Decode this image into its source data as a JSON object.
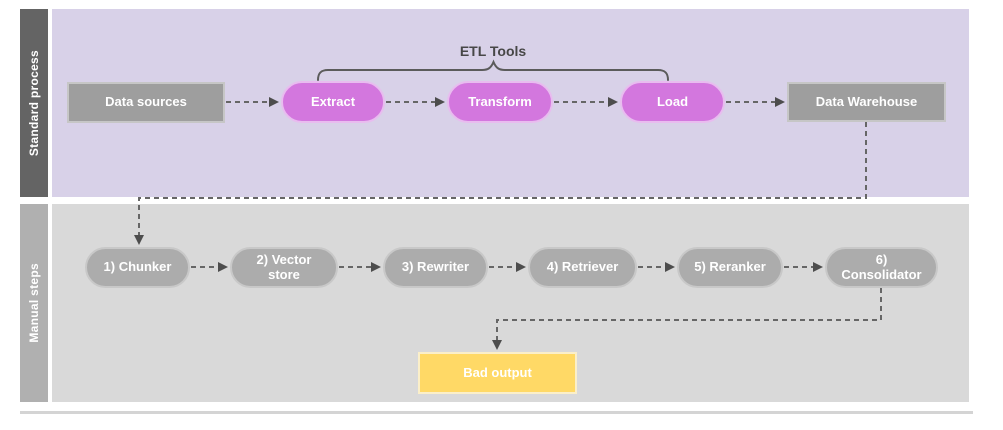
{
  "annotation": {
    "label": "ETL Tools"
  },
  "lanes": [
    {
      "label": "Standard process",
      "nodes": [
        {
          "label": "Data sources",
          "shape": "rectangle",
          "color": "#9E9E9E"
        },
        {
          "label": "Extract",
          "shape": "pill",
          "color": "#D377DE"
        },
        {
          "label": "Transform",
          "shape": "pill",
          "color": "#D377DE"
        },
        {
          "label": "Load",
          "shape": "pill",
          "color": "#D377DE"
        },
        {
          "label": "Data Warehouse",
          "shape": "rectangle",
          "color": "#9E9E9E"
        }
      ]
    },
    {
      "label": "Manual steps",
      "nodes": [
        {
          "label": "1) Chunker",
          "shape": "pill",
          "color": "#ACACAC"
        },
        {
          "label": "2) Vector store",
          "shape": "pill",
          "color": "#ACACAC"
        },
        {
          "label": "3) Rewriter",
          "shape": "pill",
          "color": "#ACACAC"
        },
        {
          "label": "4) Retriever",
          "shape": "pill",
          "color": "#ACACAC"
        },
        {
          "label": "5) Reranker",
          "shape": "pill",
          "color": "#ACACAC"
        },
        {
          "label": "6) Consolidator",
          "shape": "pill",
          "color": "#ACACAC"
        },
        {
          "label": "Bad output",
          "shape": "rectangle",
          "color": "#FFD966"
        }
      ]
    }
  ],
  "edges": [
    {
      "from": "Data sources",
      "to": "Extract",
      "style": "dashed-arrow"
    },
    {
      "from": "Extract",
      "to": "Transform",
      "style": "dashed-arrow"
    },
    {
      "from": "Transform",
      "to": "Load",
      "style": "dashed-arrow"
    },
    {
      "from": "Load",
      "to": "Data Warehouse",
      "style": "dashed-arrow"
    },
    {
      "from": "Data Warehouse",
      "to": "1) Chunker",
      "style": "dashed-arrow"
    },
    {
      "from": "1) Chunker",
      "to": "2) Vector store",
      "style": "dashed-arrow"
    },
    {
      "from": "2) Vector store",
      "to": "3) Rewriter",
      "style": "dashed-arrow"
    },
    {
      "from": "3) Rewriter",
      "to": "4) Retriever",
      "style": "dashed-arrow"
    },
    {
      "from": "4) Retriever",
      "to": "5) Reranker",
      "style": "dashed-arrow"
    },
    {
      "from": "5) Reranker",
      "to": "6) Consolidator",
      "style": "dashed-arrow"
    },
    {
      "from": "6) Consolidator",
      "to": "Bad output",
      "style": "dashed-arrow"
    }
  ],
  "bracket": {
    "spans": [
      "Extract",
      "Transform",
      "Load"
    ],
    "label": "ETL Tools"
  },
  "colors": {
    "standard_lane_bg": "#D8D1E8",
    "standard_lane_bar": "#646464",
    "manual_lane_bg": "#D9D9D9",
    "manual_lane_bar": "#B0B0B0",
    "gray_node": "#9E9E9E",
    "purple_node": "#D377DE",
    "gray_pill": "#ACACAC",
    "yellow_node": "#FFD966",
    "connector": "#666666",
    "node_text": "#FFFFFF",
    "annotation_text": "#474747"
  }
}
